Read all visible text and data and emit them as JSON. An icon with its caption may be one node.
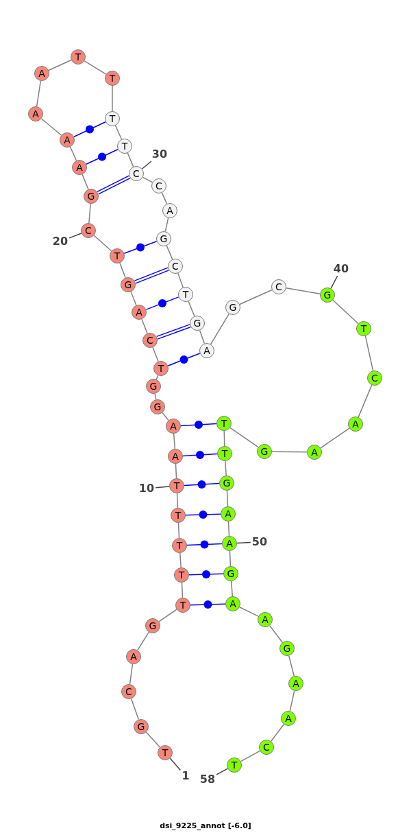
{
  "diagram": {
    "caption": "dsi_9225_annot [-6.0]",
    "nodes": [
      {
        "text": [
          "T"
        ]
      },
      {
        "text": [
          "G"
        ]
      },
      {
        "text": [
          "C"
        ]
      },
      {
        "text": [
          "A"
        ]
      },
      {
        "text": [
          "G"
        ]
      },
      {
        "text": [
          "T"
        ]
      },
      {
        "text": [
          "T"
        ]
      },
      {
        "text": [
          "T"
        ]
      },
      {
        "text": [
          "T"
        ]
      },
      {
        "text": [
          "T"
        ]
      },
      {
        "text": [
          "A"
        ]
      },
      {
        "text": [
          "A"
        ]
      },
      {
        "text": [
          "G"
        ]
      },
      {
        "text": [
          "G"
        ]
      },
      {
        "text": [
          "T"
        ]
      },
      {
        "text": [
          "C"
        ]
      },
      {
        "text": [
          "A"
        ]
      },
      {
        "text": [
          "G"
        ]
      },
      {
        "text": [
          "T"
        ]
      },
      {
        "text": [
          "C"
        ]
      },
      {
        "text": [
          "G"
        ]
      },
      {
        "text": [
          "A"
        ]
      },
      {
        "text": [
          "A"
        ]
      },
      {
        "text": [
          "A"
        ]
      },
      {
        "text": [
          "A"
        ]
      },
      {
        "text": [
          "T"
        ]
      },
      {
        "text": [
          "T"
        ]
      },
      {
        "text": [
          "T"
        ]
      },
      {
        "text": [
          "T"
        ]
      },
      {
        "text": [
          "C"
        ]
      },
      {
        "text": [
          "C"
        ]
      },
      {
        "text": [
          "A"
        ]
      },
      {
        "text": [
          "G"
        ]
      },
      {
        "text": [
          "C"
        ]
      },
      {
        "text": [
          "T"
        ]
      },
      {
        "text": [
          "G"
        ]
      },
      {
        "text": [
          "A"
        ]
      },
      {
        "text": [
          "G"
        ]
      },
      {
        "text": [
          "C"
        ]
      },
      {
        "text": [
          "G"
        ]
      },
      {
        "text": [
          "T"
        ]
      },
      {
        "text": [
          "C"
        ]
      },
      {
        "text": [
          "A"
        ]
      },
      {
        "text": [
          "A"
        ]
      },
      {
        "text": [
          "G"
        ]
      },
      {
        "text": [
          "T"
        ]
      },
      {
        "text": [
          "T"
        ]
      },
      {
        "text": [
          "G"
        ]
      },
      {
        "text": [
          "A"
        ]
      },
      {
        "text": [
          "A"
        ]
      },
      {
        "text": [
          "G"
        ]
      },
      {
        "text": [
          "A"
        ]
      },
      {
        "text": [
          "A"
        ]
      },
      {
        "text": [
          "G"
        ]
      },
      {
        "text": [
          "A"
        ]
      },
      {
        "text": [
          "A"
        ]
      },
      {
        "text": [
          "C"
        ]
      },
      {
        "text": [
          "T"
        ]
      },
      {
        "text": [
          "1"
        ]
      },
      {
        "text": [
          "10"
        ]
      },
      {
        "text": [
          "20"
        ]
      },
      {
        "text": [
          "30"
        ]
      },
      {
        "text": [
          "40"
        ]
      },
      {
        "text": [
          "50"
        ]
      },
      {
        "text": [
          "58"
        ]
      }
    ],
    "edges": [
      {
        "from": 0,
        "to": 1,
        "arrow": "none"
      },
      {
        "from": 1,
        "to": 2,
        "arrow": "none"
      },
      {
        "from": 2,
        "to": 3,
        "arrow": "none"
      },
      {
        "from": 3,
        "to": 4,
        "arrow": "none"
      },
      {
        "from": 4,
        "to": 5,
        "arrow": "none"
      },
      {
        "from": 5,
        "to": 6,
        "arrow": "none"
      },
      {
        "from": 6,
        "to": 7,
        "arrow": "none"
      },
      {
        "from": 7,
        "to": 8,
        "arrow": "none"
      },
      {
        "from": 8,
        "to": 9,
        "arrow": "none"
      },
      {
        "from": 9,
        "to": 10,
        "arrow": "none"
      },
      {
        "from": 10,
        "to": 11,
        "arrow": "none"
      },
      {
        "from": 11,
        "to": 12,
        "arrow": "none"
      },
      {
        "from": 12,
        "to": 13,
        "arrow": "none"
      },
      {
        "from": 13,
        "to": 14,
        "arrow": "none"
      },
      {
        "from": 14,
        "to": 15,
        "arrow": "none"
      },
      {
        "from": 15,
        "to": 16,
        "arrow": "none"
      },
      {
        "from": 16,
        "to": 17,
        "arrow": "none"
      },
      {
        "from": 17,
        "to": 18,
        "arrow": "none"
      },
      {
        "from": 18,
        "to": 19,
        "arrow": "none"
      },
      {
        "from": 19,
        "to": 20,
        "arrow": "none"
      },
      {
        "from": 20,
        "to": 21,
        "arrow": "none"
      },
      {
        "from": 21,
        "to": 22,
        "arrow": "none"
      },
      {
        "from": 22,
        "to": 23,
        "arrow": "none"
      },
      {
        "from": 23,
        "to": 24,
        "arrow": "none"
      },
      {
        "from": 24,
        "to": 25,
        "arrow": "none"
      },
      {
        "from": 25,
        "to": 26,
        "arrow": "none"
      },
      {
        "from": 26,
        "to": 27,
        "arrow": "none"
      },
      {
        "from": 27,
        "to": 28,
        "arrow": "none"
      },
      {
        "from": 28,
        "to": 29,
        "arrow": "none"
      },
      {
        "from": 29,
        "to": 30,
        "arrow": "none"
      },
      {
        "from": 30,
        "to": 31,
        "arrow": "none"
      },
      {
        "from": 31,
        "to": 32,
        "arrow": "none"
      },
      {
        "from": 32,
        "to": 33,
        "arrow": "none"
      },
      {
        "from": 33,
        "to": 34,
        "arrow": "none"
      },
      {
        "from": 34,
        "to": 35,
        "arrow": "none"
      },
      {
        "from": 35,
        "to": 36,
        "arrow": "none"
      },
      {
        "from": 36,
        "to": 37,
        "arrow": "none"
      },
      {
        "from": 37,
        "to": 38,
        "arrow": "none"
      },
      {
        "from": 38,
        "to": 39,
        "arrow": "none"
      },
      {
        "from": 39,
        "to": 40,
        "arrow": "none"
      },
      {
        "from": 40,
        "to": 41,
        "arrow": "none"
      },
      {
        "from": 41,
        "to": 42,
        "arrow": "none"
      },
      {
        "from": 42,
        "to": 43,
        "arrow": "none"
      },
      {
        "from": 43,
        "to": 44,
        "arrow": "none"
      },
      {
        "from": 44,
        "to": 45,
        "arrow": "none"
      },
      {
        "from": 45,
        "to": 46,
        "arrow": "none"
      },
      {
        "from": 46,
        "to": 47,
        "arrow": "none"
      },
      {
        "from": 47,
        "to": 48,
        "arrow": "none"
      },
      {
        "from": 48,
        "to": 49,
        "arrow": "none"
      },
      {
        "from": 49,
        "to": 50,
        "arrow": "none"
      },
      {
        "from": 50,
        "to": 51,
        "arrow": "none"
      },
      {
        "from": 51,
        "to": 52,
        "arrow": "none"
      },
      {
        "from": 52,
        "to": 53,
        "arrow": "none"
      },
      {
        "from": 53,
        "to": 54,
        "arrow": "none"
      },
      {
        "from": 54,
        "to": 55,
        "arrow": "none"
      },
      {
        "from": 55,
        "to": 56,
        "arrow": "none"
      },
      {
        "from": 56,
        "to": 57,
        "arrow": "none"
      },
      {
        "from": 5,
        "to": 51,
        "arrow": "none",
        "color": "#0000ff"
      },
      {
        "from": 6,
        "to": 50,
        "arrow": "none",
        "color": "#0000ff"
      },
      {
        "from": 7,
        "to": 49,
        "arrow": "none",
        "color": "#0000ff"
      },
      {
        "from": 8,
        "to": 48,
        "arrow": "none",
        "color": "#0000ff"
      },
      {
        "from": 9,
        "to": 47,
        "arrow": "none",
        "color": "#0000ff"
      },
      {
        "from": 10,
        "to": 46,
        "arrow": "none",
        "color": "#0000ff"
      },
      {
        "from": 11,
        "to": 45,
        "arrow": "none",
        "color": "#0000ff"
      },
      {
        "from": 14,
        "to": 36,
        "arrow": "none",
        "color": "#0000ff"
      },
      {
        "from": 15,
        "to": 35,
        "arrow": "none",
        "color": "#0000ff"
      },
      {
        "from": 16,
        "to": 34,
        "arrow": "none",
        "color": "#0000ff"
      },
      {
        "from": 17,
        "to": 33,
        "arrow": "none",
        "color": "#0000ff"
      },
      {
        "from": 18,
        "to": 32,
        "arrow": "none",
        "color": "#0000ff"
      },
      {
        "from": 20,
        "to": 29,
        "arrow": "none",
        "color": "#0000ff"
      },
      {
        "from": 21,
        "to": 28,
        "arrow": "none",
        "color": "#0000ff"
      },
      {
        "from": 22,
        "to": 27,
        "arrow": "none",
        "color": "#0000ff"
      },
      {
        "from": 58,
        "to": 0,
        "arrow": "none",
        "color": "#404040"
      },
      {
        "from": 59,
        "to": 9,
        "arrow": "none",
        "color": "#404040"
      },
      {
        "from": 60,
        "to": 19,
        "arrow": "none",
        "color": "#404040"
      },
      {
        "from": 61,
        "to": 29,
        "arrow": "none",
        "color": "#404040"
      },
      {
        "from": 62,
        "to": 39,
        "arrow": "none",
        "color": "#404040"
      },
      {
        "from": 63,
        "to": 49,
        "arrow": "none",
        "color": "#404040"
      },
      {
        "from": 64,
        "to": 57,
        "arrow": "none",
        "color": "#404040"
      }
    ]
  }
}
